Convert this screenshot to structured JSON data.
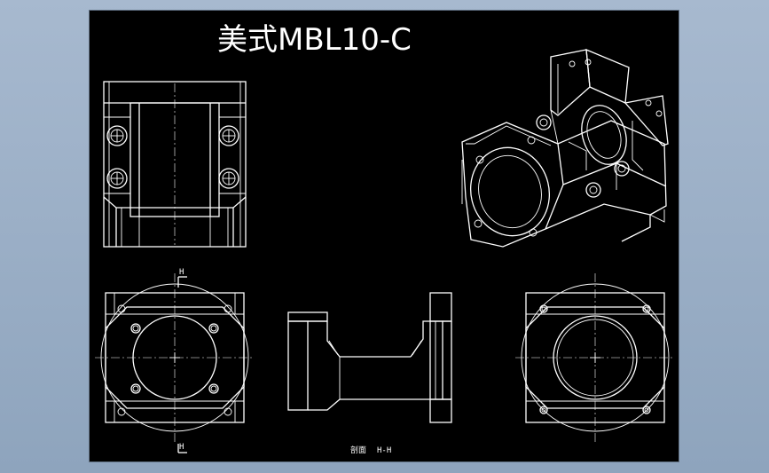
{
  "drawing": {
    "title": "美式MBL10-C",
    "section_marker_top": "H",
    "section_marker_bottom": "H",
    "section_caption_prefix": "剖面",
    "section_caption": "H-H"
  },
  "colors": {
    "background": "#9aaec6",
    "sheet": "#000000",
    "line": "#ffffff"
  }
}
